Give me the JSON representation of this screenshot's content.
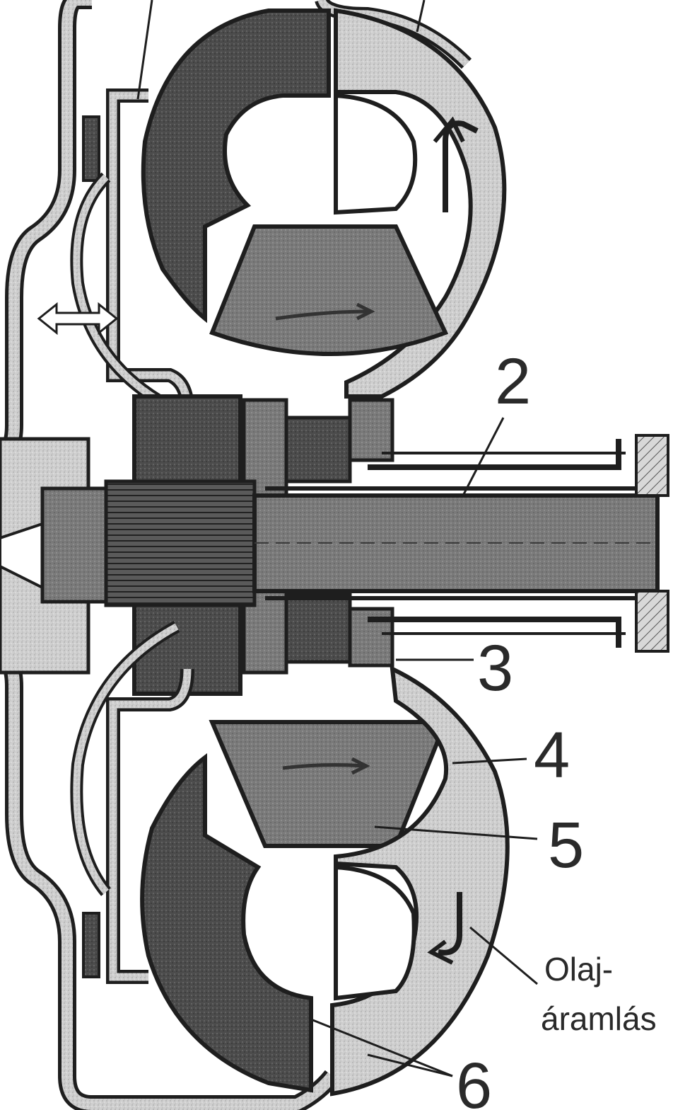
{
  "diagram": {
    "subject": "torque converter cross-section",
    "callouts": [
      {
        "id": "2",
        "text": "2"
      },
      {
        "id": "3",
        "text": "3"
      },
      {
        "id": "4",
        "text": "4"
      },
      {
        "id": "5",
        "text": "5"
      },
      {
        "id": "6",
        "text": "6"
      }
    ],
    "oil_flow_label_line1": "Olaj-",
    "oil_flow_label_line2": "áramlás"
  },
  "colors": {
    "background": "#ffffff",
    "line": "#1e1e1e",
    "housing_fill": "#d2d2d2",
    "dark_part": "#4a4a4a",
    "medium_part": "#6e6e6e",
    "light_part": "#bdbdbd",
    "shaft": "#7a7a7a"
  }
}
